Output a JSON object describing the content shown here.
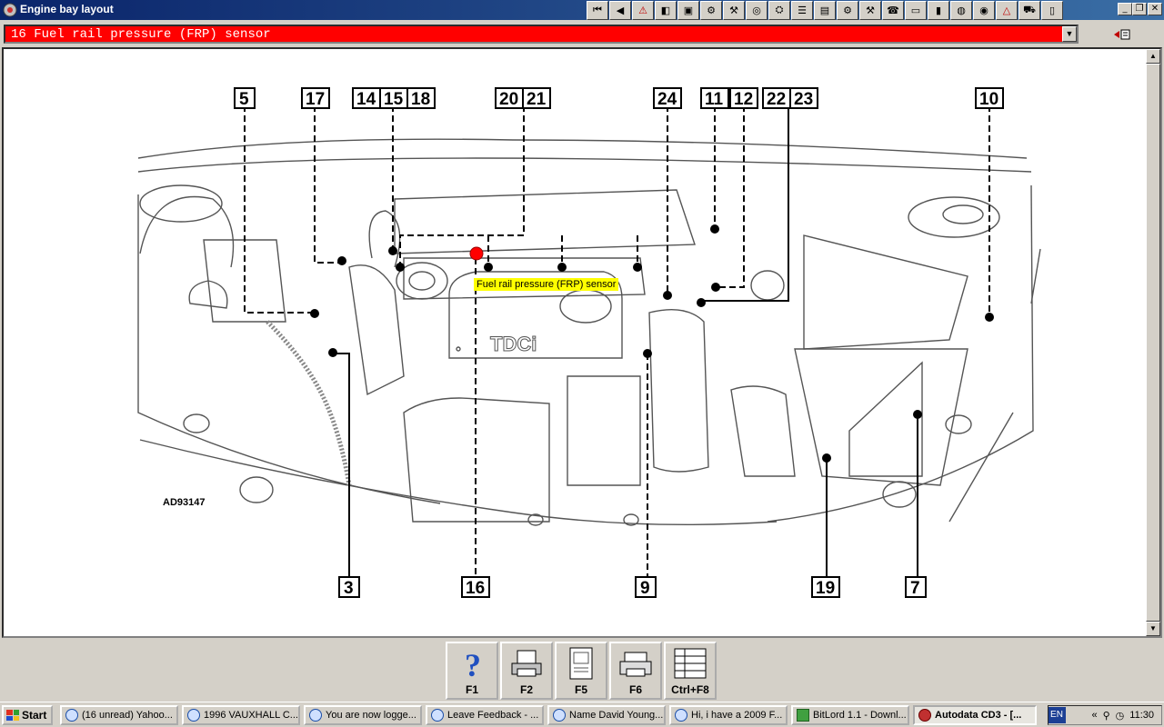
{
  "window": {
    "title": "Engine bay layout",
    "toolbar_icons": [
      "first-icon",
      "back-icon",
      "warning-icon",
      "contrast-icon",
      "monitor-icon",
      "gear-icon",
      "wrench-icon",
      "disc-icon",
      "engine-icon",
      "list-icon",
      "save-icon",
      "tools-icon",
      "spanner-icon",
      "phone-icon",
      "screen-icon",
      "battery-icon",
      "belt-icon",
      "wheel-icon",
      "alert-icon",
      "car-icon",
      "notepad-icon"
    ],
    "controls": [
      "minimize",
      "restore",
      "close"
    ]
  },
  "selector": {
    "value": "16  Fuel rail pressure (FRP) sensor",
    "color": "#ff0000"
  },
  "diagram": {
    "reference": "AD93147",
    "highlighted_component": "16",
    "tooltip": "Fuel rail pressure (FRP) sensor",
    "callouts_top": [
      "5",
      "17",
      "14",
      "15",
      "18",
      "20",
      "21",
      "24",
      "11",
      "12",
      "22",
      "23",
      "10"
    ],
    "callouts_bottom": [
      "3",
      "16",
      "9",
      "19",
      "7"
    ]
  },
  "function_keys": [
    {
      "key": "F1",
      "icon": "help-icon"
    },
    {
      "key": "F2",
      "icon": "print-icon"
    },
    {
      "key": "F5",
      "icon": "document-icon"
    },
    {
      "key": "F6",
      "icon": "printer-icon"
    },
    {
      "key": "Ctrl+F8",
      "icon": "table-icon"
    }
  ],
  "taskbar": {
    "start": "Start",
    "tasks": [
      {
        "label": "(16 unread) Yahoo..."
      },
      {
        "label": "1996 VAUXHALL C..."
      },
      {
        "label": "You are now logge..."
      },
      {
        "label": "Leave Feedback - ..."
      },
      {
        "label": "Name David Young..."
      },
      {
        "label": "Hi, i have a 2009 F..."
      },
      {
        "label": "BitLord 1.1 - Downl..."
      },
      {
        "label": "Autodata CD3 - [..."
      }
    ],
    "language": "EN",
    "clock": "11:30"
  }
}
